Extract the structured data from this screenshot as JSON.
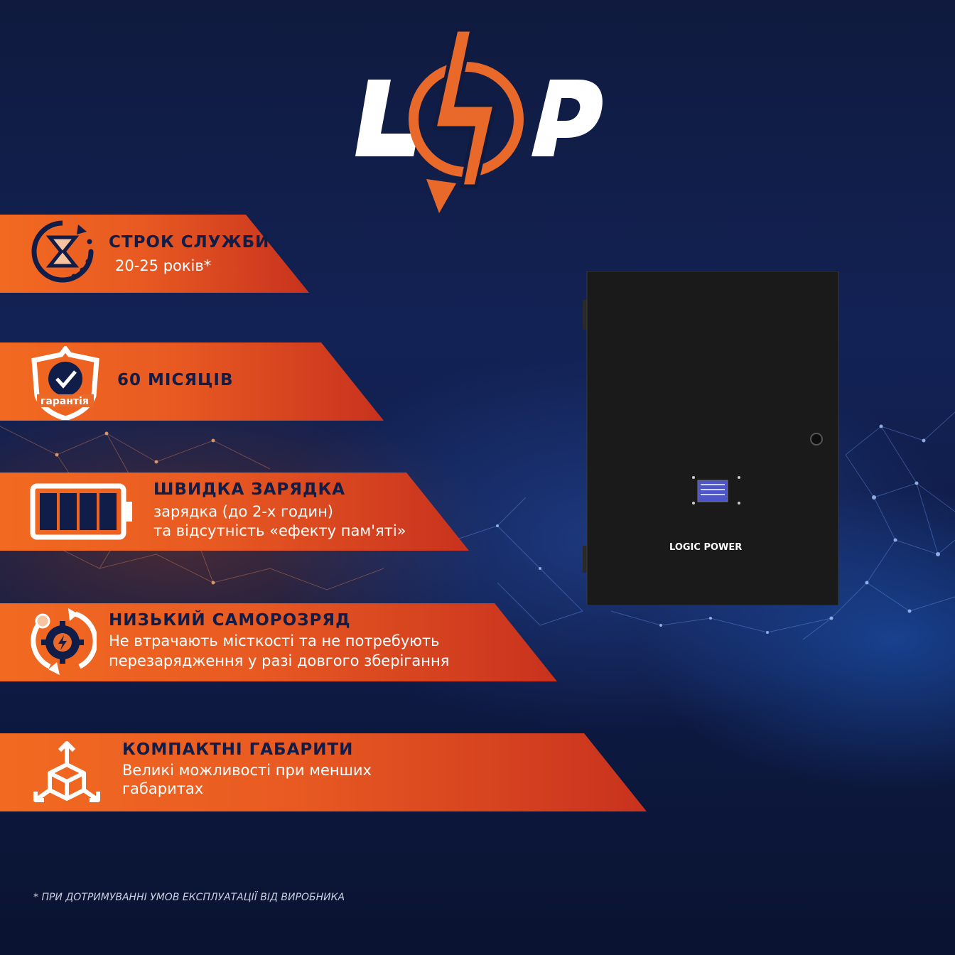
{
  "brand": {
    "logo_text": "LP",
    "product_label": "LOGIC POWER"
  },
  "colors": {
    "orange": "#f26a21",
    "red": "#c8321e",
    "navy": "#0f1d48"
  },
  "features": [
    {
      "icon": "hourglass-icon",
      "title": "СТРОК СЛУЖБИ",
      "text": "20-25 років*"
    },
    {
      "icon": "shield-check-icon",
      "title": "60 МІСЯЦІВ",
      "badge": "гарантія"
    },
    {
      "icon": "battery-icon",
      "title": "ШВИДКА ЗАРЯДКА",
      "text1": "зарядка (до 2-х годин)",
      "text2": "та відсутність «ефекту пам'яті»"
    },
    {
      "icon": "gear-lightning-icon",
      "title": "НИЗЬКИЙ САМОРОЗРЯД",
      "text1": "Не втрачають місткості та не потребують",
      "text2": "перезарядження у разі довгого зберігання"
    },
    {
      "icon": "box-arrows-icon",
      "title": "КОМПАКТНІ ГАБАРИТИ",
      "text1": "Великі можливості при менших",
      "text2": "габаритах"
    }
  ],
  "footnote": "* ПРИ ДОТРИМУВАННІ УМОВ ЕКСПЛУАТАЦІЇ ВІД ВИРОБНИКА"
}
